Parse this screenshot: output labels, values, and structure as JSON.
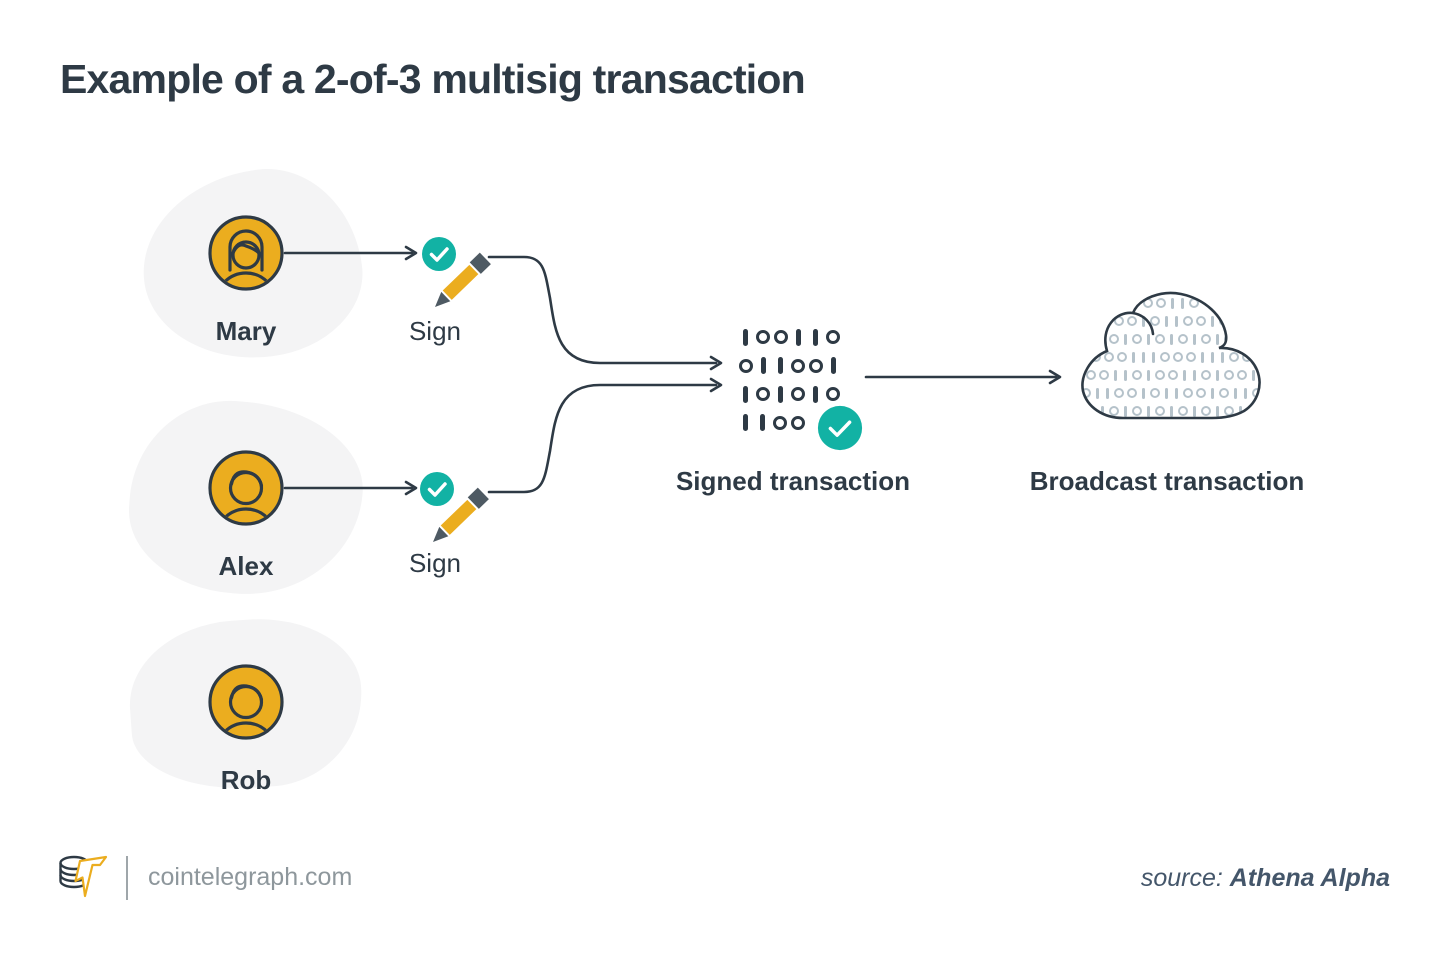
{
  "title": "Example of a 2-of-3 multisig transaction",
  "colors": {
    "slate": "#2E3A45",
    "yellow": "#EBAD1F",
    "teal": "#12B2A4",
    "blob": "#F4F4F5",
    "cloud_bits": "#B5C2CA",
    "footer_gray": "#8E979C",
    "source": "#44566A",
    "pencil_gray": "#4E5A63",
    "white": "#FFFFFF"
  },
  "participants": [
    {
      "name": "Mary",
      "avatar": "female",
      "sign_label": "Sign"
    },
    {
      "name": "Alex",
      "avatar": "male",
      "sign_label": "Sign"
    },
    {
      "name": "Rob",
      "avatar": "male"
    }
  ],
  "signed_transaction": {
    "label": "Signed transaction",
    "binary_rows": [
      "100110",
      "011001",
      "101010",
      "1100"
    ]
  },
  "broadcast": {
    "label": "Broadcast transaction",
    "binary_rows": [
      "00110",
      "0010110010",
      "01010101010",
      "00011100011100",
      "001101001101001",
      "0110010110010110",
      "1010101010101"
    ]
  },
  "footer": {
    "site": "cointelegraph.com",
    "source_prefix": "source:",
    "source_name": "Athena Alpha"
  }
}
